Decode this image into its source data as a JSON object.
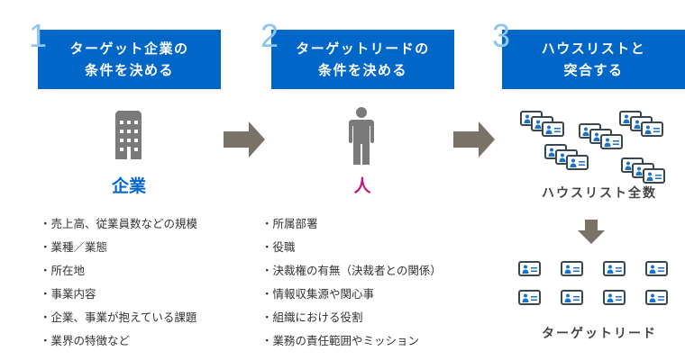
{
  "colors": {
    "step_box": "#0066c8",
    "step_number": "#8cc6f0",
    "arrow": "#7a7266",
    "icon_gray": "#7a7a7a",
    "company_label": "#0066c8",
    "person_label": "#c0157a",
    "card_border": "#3a4650",
    "card_person": "#1a73c8"
  },
  "steps": [
    {
      "number": "1",
      "title_line1": "ターゲット企業の",
      "title_line2": "条件を決める",
      "icon": "building-icon",
      "label": "企業",
      "items": [
        "売上高、従業員数などの規模",
        "業種／業態",
        "所在地",
        "事業内容",
        "企業、事業が抱えている課題",
        "業界の特徴など"
      ]
    },
    {
      "number": "2",
      "title_line1": "ターゲットリードの",
      "title_line2": "条件を決める",
      "icon": "person-icon",
      "label": "人",
      "items": [
        "所属部署",
        "役職",
        "決裁権の有無（決裁者との関係）",
        "情報収集源や関心事",
        "組織における役割",
        "業務の責任範囲やミッション"
      ]
    },
    {
      "number": "3",
      "title_line1": "ハウスリストと",
      "title_line2": "突合する",
      "icon": "business-card-stack-icon",
      "house_list_label": "ハウスリスト全数",
      "target_label": "ターゲットリード"
    }
  ]
}
